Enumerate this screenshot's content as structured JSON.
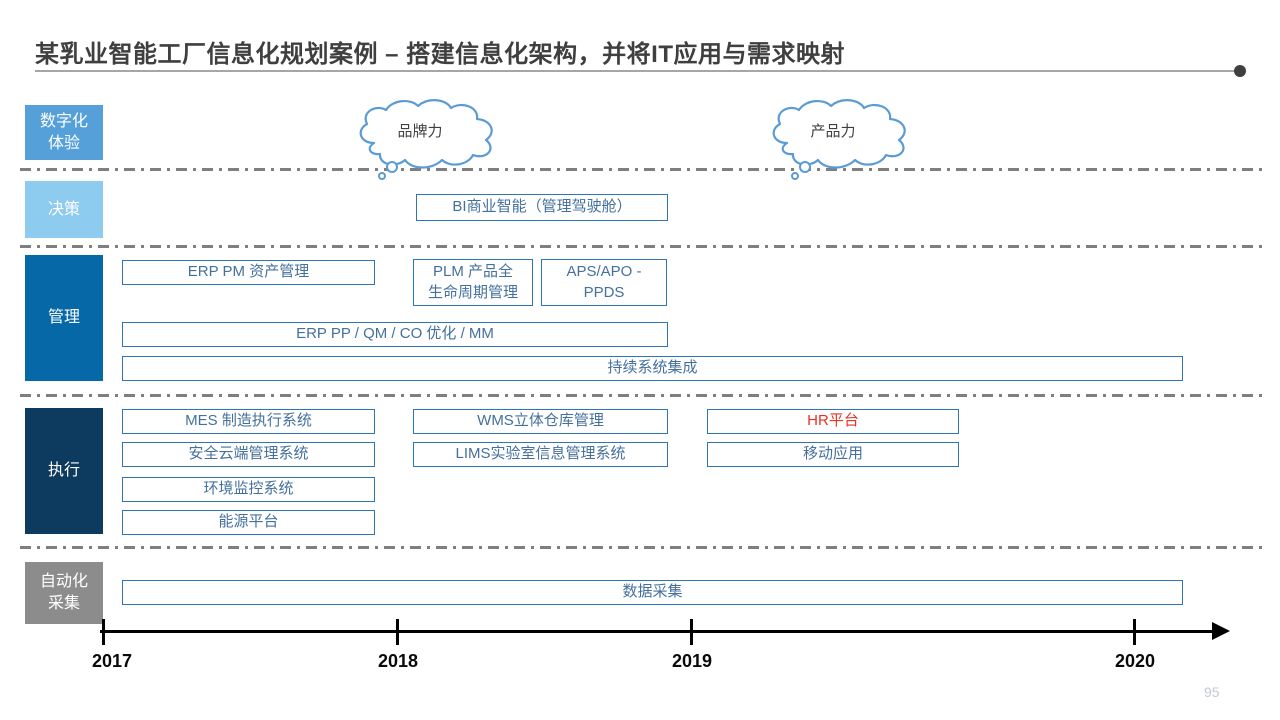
{
  "slide": {
    "title": "某乳业智能工厂信息化规划案例 – 搭建信息化架构，并将IT应用与需求映射",
    "page_number": "95"
  },
  "clouds": {
    "brand": "品牌力",
    "product": "产品力"
  },
  "lanes": {
    "digital_experience": "数字化\n体验",
    "decision": "决策",
    "management": "管理",
    "execution": "执行",
    "automation": "自动化\n采集"
  },
  "boxes": {
    "bi": {
      "label": "BI商业智能（管理驾驶舱）"
    },
    "erp_pm": {
      "label": "ERP PM 资产管理"
    },
    "plm": {
      "label": "PLM 产品全\n生命周期管理"
    },
    "aps": {
      "label": "APS/APO -\nPPDS"
    },
    "erp_pp": {
      "label": "ERP PP / QM / CO 优化 / MM"
    },
    "integration": {
      "label": "持续系统集成"
    },
    "mes": {
      "label": "MES 制造执行系统"
    },
    "wms": {
      "label": "WMS立体仓库管理"
    },
    "hr": {
      "label": "HR平台",
      "style": "color:#E93223"
    },
    "security_cloud": {
      "label": "安全云端管理系统"
    },
    "lims": {
      "label": "LIMS实验室信息管理系统"
    },
    "mobile": {
      "label": "移动应用"
    },
    "environment": {
      "label": "环境监控系统"
    },
    "energy": {
      "label": "能源平台"
    },
    "data_collection": {
      "label": "数据采集"
    }
  },
  "timeline": {
    "years": [
      "2017",
      "2018",
      "2019",
      "2020"
    ]
  },
  "colors": {
    "title_text": "#3F3F3F",
    "title_line": "#A6A6A6",
    "lane_digital_experience": "#56A0D9",
    "lane_decision": "#8DCBEF",
    "lane_management": "#0768A7",
    "lane_execution": "#0D3A5F",
    "lane_automation": "#8C8C8C",
    "box_border": "#2E75B6",
    "box_text": "#44709D",
    "hr_text": "#E93223",
    "cloud_outline": "#5B9BD5",
    "separator": "#7F7F7F",
    "timeline": "#000000",
    "page_number": "#C4CAD2"
  }
}
